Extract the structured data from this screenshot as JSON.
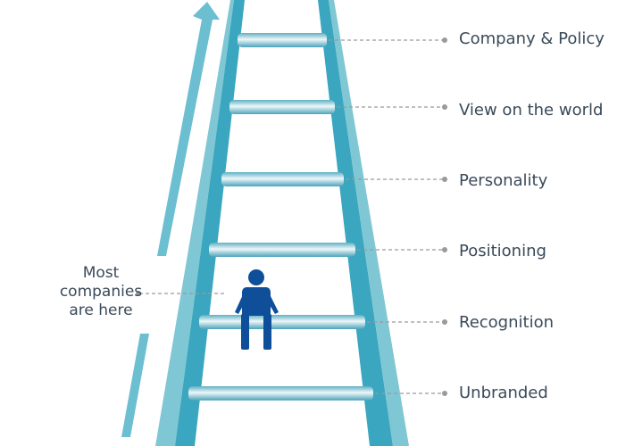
{
  "diagram": {
    "rungs": [
      {
        "label": "Company & Policy"
      },
      {
        "label": "View on the world"
      },
      {
        "label": "Personality"
      },
      {
        "label": "Positioning"
      },
      {
        "label": "Recognition"
      },
      {
        "label": "Unbranded"
      }
    ],
    "note_lines": [
      "Most",
      "companies",
      "are here"
    ],
    "colors": {
      "rail_dark": "#3aa6bf",
      "rail_light": "#7fc7d4",
      "arrow": "#6bbfd0",
      "rung_mid": "#e8f3f6",
      "rung_edge": "#5fb0c4",
      "figure": "#0f4f9a",
      "leader": "#9a9a9a",
      "text": "#3a4a59"
    }
  }
}
